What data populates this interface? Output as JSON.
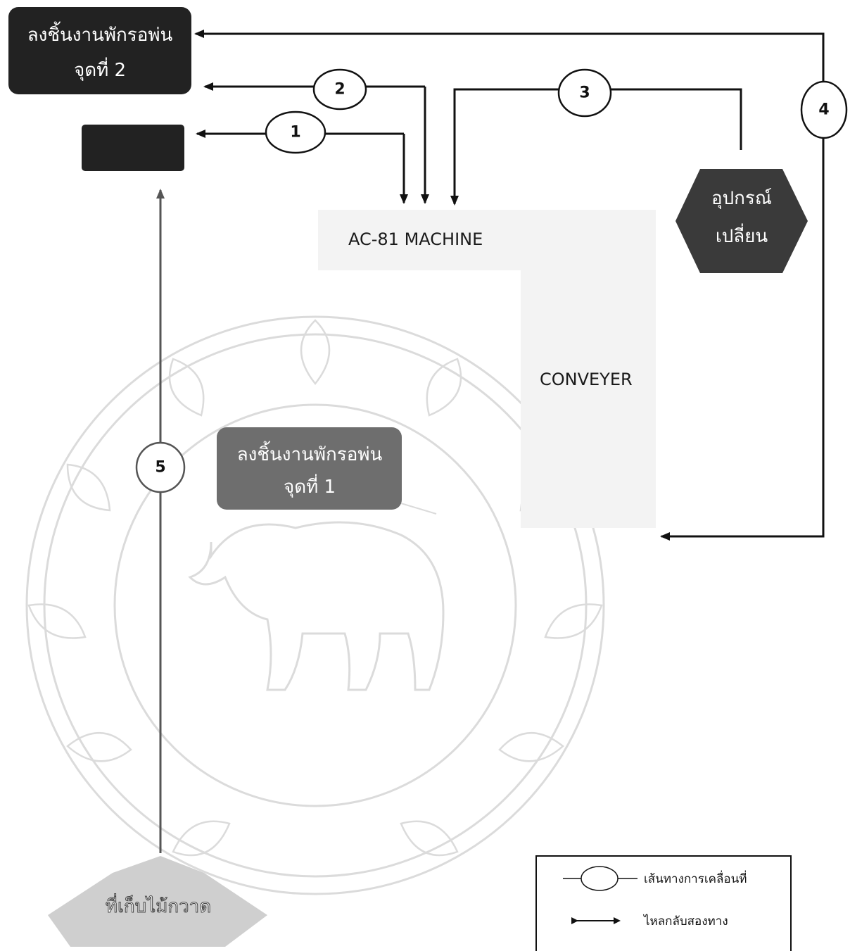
{
  "nodes": {
    "top_box": {
      "line1": "ลงชิ้นงานพักรอพ่น",
      "line2": "จุดที่ 2",
      "color": "#222222"
    },
    "small_box": {
      "label": "",
      "color": "#222222"
    },
    "machine": {
      "label": "AC-81 MACHINE",
      "color": "#f2f2f2"
    },
    "conveyer": {
      "label": "CONVEYER",
      "color": "#f2f2f2"
    },
    "hexagon": {
      "line1": "อุปกรณ์",
      "line2": "เปลี่ยน",
      "color": "#3a3a3a"
    },
    "mid_box": {
      "line1": "ลงชิ้นงานพักรอพ่น",
      "line2": "จุดที่ 1",
      "color": "#6e6e6e"
    },
    "bottom_label": {
      "label": "ที่เก็บไม้กวาด"
    }
  },
  "routes": {
    "r1": "1",
    "r2": "2",
    "r3": "3",
    "r4": "4",
    "r5": "5"
  },
  "legend": {
    "path_label": "เส้นทางการเคลื่อนที่",
    "two_way_label": "ไหลกลับสองทาง"
  },
  "colors": {
    "line": "#111111",
    "watermark": "#b9b9b9"
  }
}
